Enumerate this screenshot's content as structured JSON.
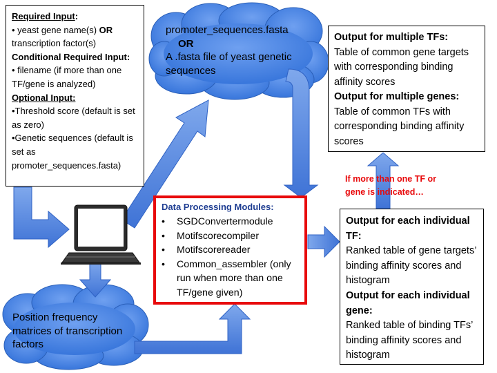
{
  "input_box": {
    "required_heading": "Required Input",
    "required_colon": ":",
    "required_item_pre": "• yeast gene name(s) ",
    "required_item_or": "OR",
    "required_item_post": "transcription factor(s)",
    "conditional_heading": "Conditional Required Input:",
    "conditional_item": "• filename (if more than one TF/gene is analyzed)",
    "optional_heading": "Optional Input:",
    "optional_item_1": "•Threshold score (default is set as zero)",
    "optional_item_2": "•Genetic sequences (default is set as promoter_sequences.fasta)"
  },
  "promoter_cloud": {
    "line1": "promoter_sequences.fasta",
    "line2": "OR",
    "line3": "A .fasta file of yeast genetic sequences"
  },
  "pfm_cloud": {
    "text": "Position frequency matrices of transcription factors"
  },
  "processing": {
    "title": "Data Processing Modules:",
    "bullet": "•",
    "modules": [
      "SGDConvertermodule",
      "Motifscorecompiler",
      "Motifscorereader",
      "Common_assembler (only run when more than one TF/gene given)"
    ]
  },
  "multi_output": {
    "tf_heading": "Output for multiple TFs:",
    "tf_desc": "Table of common gene targets with corresponding binding affinity scores",
    "gene_heading": "Output for multiple genes:",
    "gene_desc": "Table of common TFs with corresponding binding affinity scores"
  },
  "single_output": {
    "tf_heading": "Output for each individual TF:",
    "tf_desc": "Ranked table of gene targets’ binding affinity scores and histogram",
    "gene_heading": "Output for each individual gene:",
    "gene_desc": "Ranked table of binding TFs’ binding affinity scores and histogram"
  },
  "condition_note": "If more than one TF or gene is indicated…",
  "colors": {
    "arrow": "#5b8fe0",
    "cloud": "#3c7de0",
    "highlight_border": "#e8090b",
    "module_title": "#1f3e92"
  },
  "icons": {
    "laptop": "laptop-icon"
  }
}
